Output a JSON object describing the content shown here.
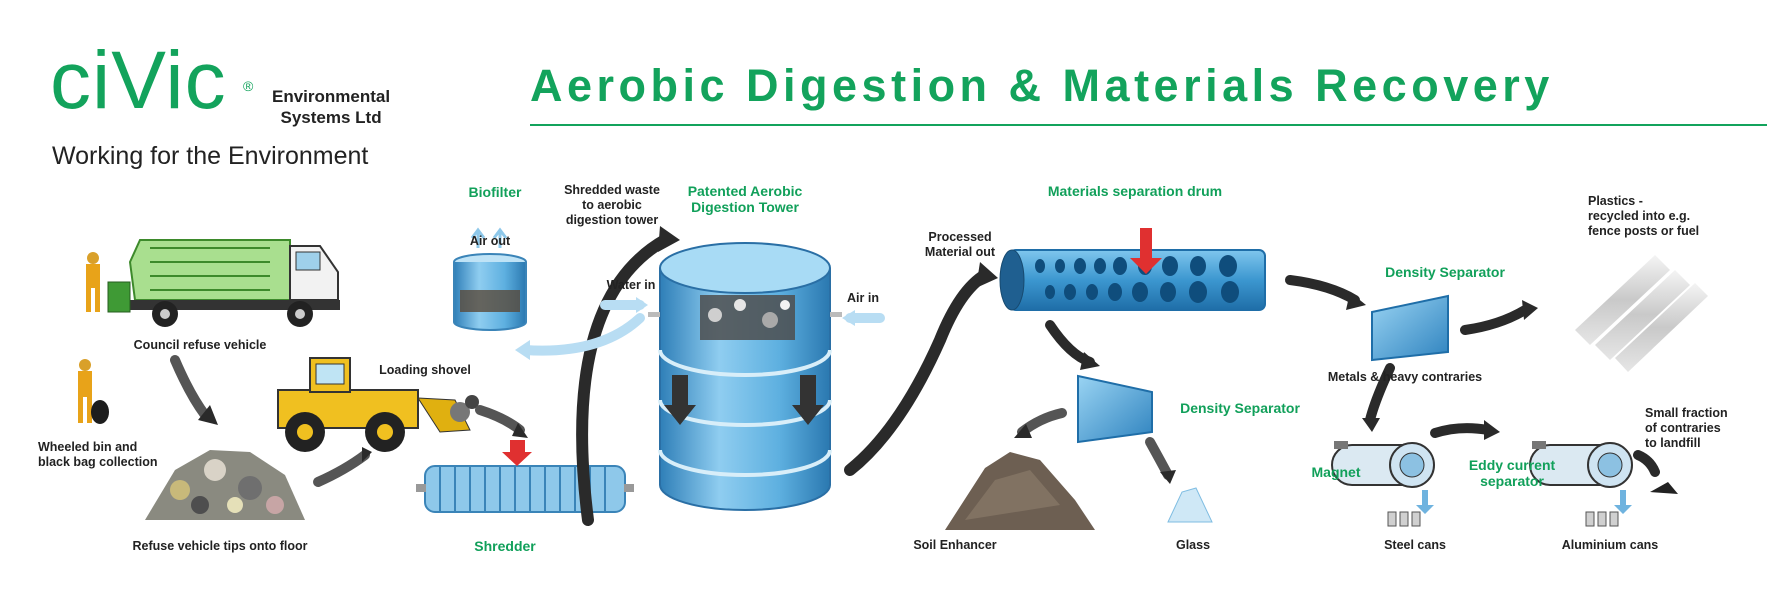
{
  "colors": {
    "brand_green": "#13a35c",
    "process_blue": "#4aa6d8",
    "arrow_dark": "#2a2a2a"
  },
  "logo": {
    "wordmark": "ciVic",
    "registered": "®",
    "company": "Environmental\nSystems Ltd",
    "tagline": "Working for the Environment"
  },
  "title": "Aerobic Digestion & Materials Recovery",
  "labels": {
    "council_refuse_vehicle": "Council refuse vehicle",
    "wheeled_bin": "Wheeled bin and\nblack bag collection",
    "refuse_tips": "Refuse vehicle tips onto floor",
    "loading_shovel": "Loading shovel",
    "biofilter": "Biofilter",
    "air_out": "Air out",
    "shredded_waste": "Shredded waste\nto aerobic\ndigestion tower",
    "tower": "Patented Aerobic\nDigestion Tower",
    "water_in": "Water in",
    "air_in": "Air in",
    "shredder": "Shredder",
    "processed": "Processed\nMaterial out",
    "drum": "Materials separation drum",
    "density_separator_1": "Density Separator",
    "density_separator_2": "Density Separator",
    "soil_enhancer": "Soil Enhancer",
    "glass": "Glass",
    "plastics": "Plastics -\nrecycled into e.g.\nfence posts or fuel",
    "metals": "Metals & heavy contraries",
    "magnet": "Magnet",
    "eddy_current": "Eddy current\nseparator",
    "small_fraction": "Small fraction\nof contraries\nto landfill",
    "steel_cans": "Steel cans",
    "aluminium_cans": "Aluminium cans"
  }
}
